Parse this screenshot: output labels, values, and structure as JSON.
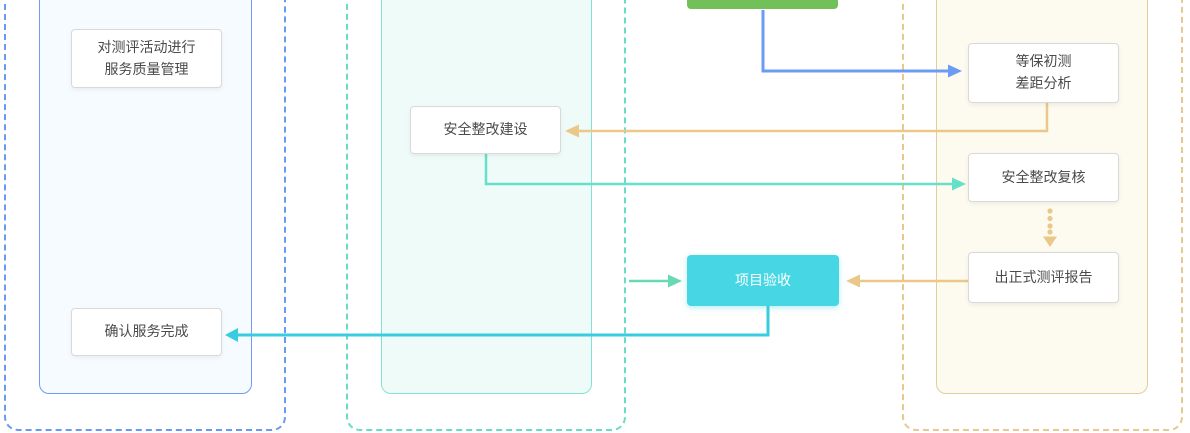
{
  "diagram": {
    "title_hint": "service-process-flowchart",
    "nodes": {
      "quality": {
        "label": "对测评活动进行\n服务质量管理"
      },
      "confirm": {
        "label": "确认服务完成"
      },
      "build": {
        "label": "安全整改建设"
      },
      "gap": {
        "label": "等保初测\n差距分析"
      },
      "review": {
        "label": "安全整改复核"
      },
      "report": {
        "label": "出正式测评报告"
      },
      "acceptance": {
        "label": "项目验收"
      },
      "top_green": {
        "label": ""
      }
    },
    "colors": {
      "lane_blue": "#699af2",
      "lane_teal": "#68dcc4",
      "lane_orange": "#e7c88e",
      "panel_blue_bg": "#f6fbff",
      "panel_blue_border": "#6d9cf2",
      "panel_teal_bg": "#effbf8",
      "panel_teal_border": "#83e3d2",
      "panel_orange_bg": "#fdfaf0",
      "panel_orange_border": "#e3cd9c",
      "arrow_blue": "#6b9bf5",
      "arrow_orange": "#e9c88a",
      "arrow_teal": "#67e0ca",
      "arrow_green": "#68d9b4",
      "arrow_cyan": "#38cce0",
      "node_green": "#72c158",
      "node_cyan": "#47d6e4",
      "node_border": "#d9d9d9",
      "node_text": "#4a4a4a"
    }
  }
}
